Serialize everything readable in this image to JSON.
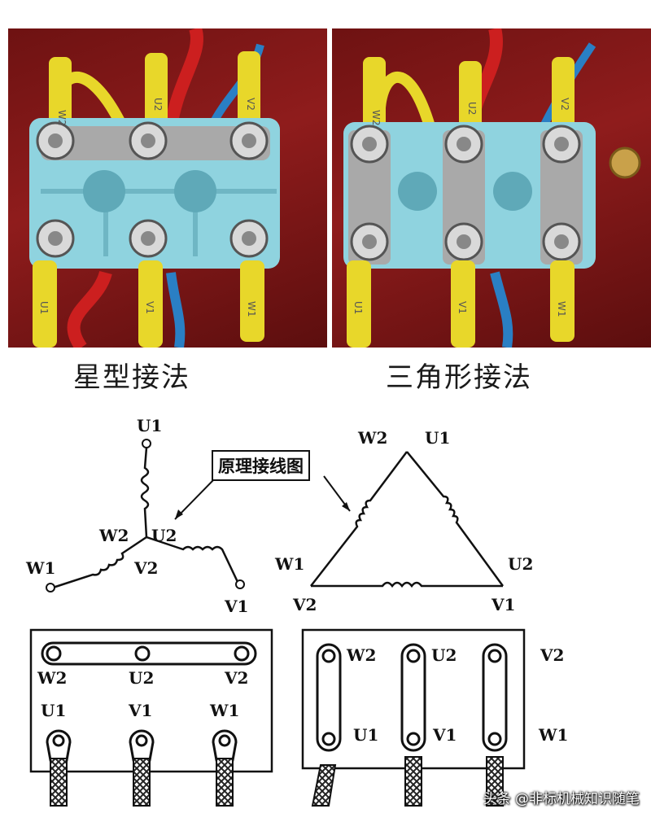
{
  "photos": {
    "star": {
      "caption": "星型接法",
      "wire_tags_top": [
        "W2",
        "U2",
        "V2"
      ],
      "wire_tags_bottom": [
        "U1",
        "V1",
        "W1"
      ]
    },
    "delta": {
      "caption": "三角形接法",
      "wire_tags_top": [
        "W2",
        "U2",
        "V2"
      ],
      "wire_tags_bottom": [
        "U1",
        "V1",
        "W1"
      ]
    }
  },
  "callout": "原理接线图",
  "star_diagram": {
    "u1": "U1",
    "w2": "W2",
    "u2": "U2",
    "v2": "V2",
    "w1": "W1",
    "v1": "V1"
  },
  "delta_diagram": {
    "w2": "W2",
    "u1": "U1",
    "w1": "W1",
    "u2": "U2",
    "v2": "V2",
    "v1": "V1"
  },
  "star_box": {
    "top_labels": [
      "W2",
      "U2",
      "V2"
    ],
    "bottom_labels": [
      "U1",
      "V1",
      "W1"
    ]
  },
  "delta_box": {
    "upper_labels": [
      "W2",
      "U2",
      "V2"
    ],
    "lower_labels": [
      "U1",
      "V1",
      "W1"
    ]
  },
  "watermark": "头条 @非标机械知识随笔",
  "colors": {
    "terminal_block": "#8fd3df",
    "copper_strap": "#a9a9a9",
    "wire_yellow": "#e8d72a",
    "wire_red": "#cc1f1f",
    "wire_blue": "#2a7fc4",
    "housing_red": "#7a1414"
  }
}
